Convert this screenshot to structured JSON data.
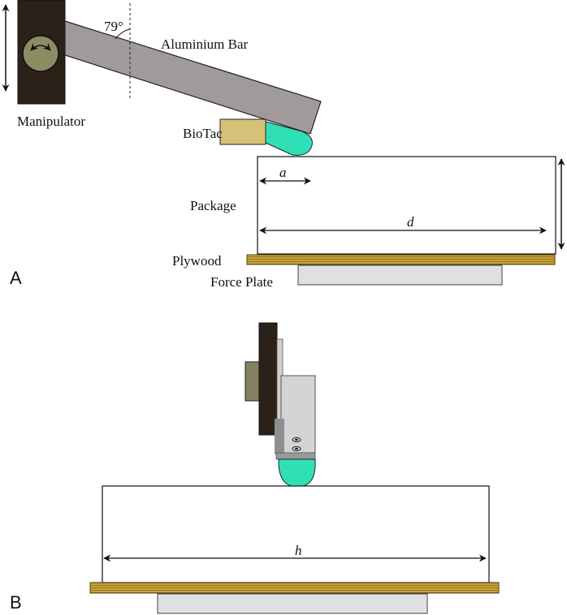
{
  "panel_a": {
    "panel_label": "A",
    "angle_label": "79°",
    "aluminium_bar_label": "Aluminium Bar",
    "manipulator_label": "Manipulator",
    "biotac_label": "BioTac",
    "package_label": "Package",
    "dimension_a": "a",
    "dimension_d": "d",
    "plywood_label": "Plywood",
    "force_plate_label": "Force Plate"
  },
  "panel_b": {
    "panel_label": "B",
    "dimension_h": "h"
  }
}
